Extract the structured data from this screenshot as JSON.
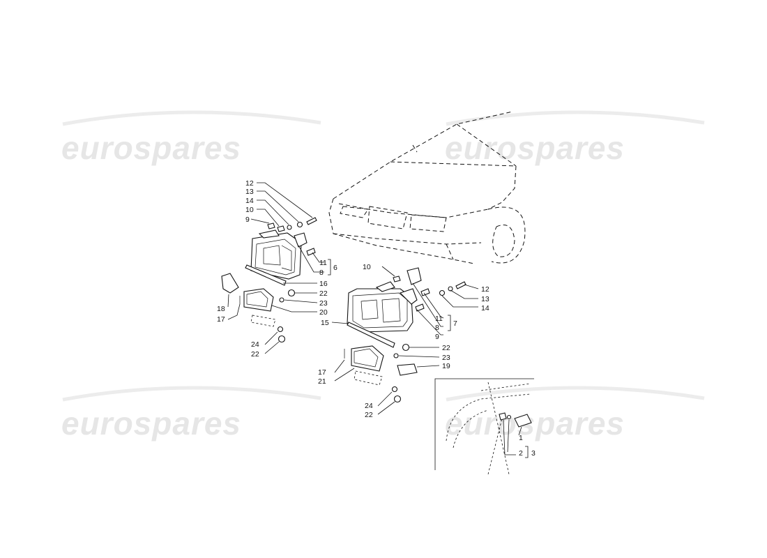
{
  "watermark": "eurospares",
  "callouts": {
    "left": {
      "c12": "12",
      "c13": "13",
      "c14": "14",
      "c10": "10",
      "c9": "9",
      "c11": "11",
      "c8": "8",
      "c6": "6",
      "c16": "16",
      "c22a": "22",
      "c23": "23",
      "c20": "20",
      "c18": "18",
      "c17": "17",
      "c24": "24",
      "c22b": "22"
    },
    "right": {
      "c10": "10",
      "c12": "12",
      "c13": "13",
      "c14": "14",
      "c11": "11",
      "c8": "8",
      "c7": "7",
      "c9": "9",
      "c15": "15",
      "c22a": "22",
      "c23": "23",
      "c19": "19",
      "c17": "17",
      "c21": "21",
      "c24": "24",
      "c22b": "22"
    },
    "inset": {
      "c1": "1",
      "c2": "2",
      "c3": "3"
    }
  }
}
